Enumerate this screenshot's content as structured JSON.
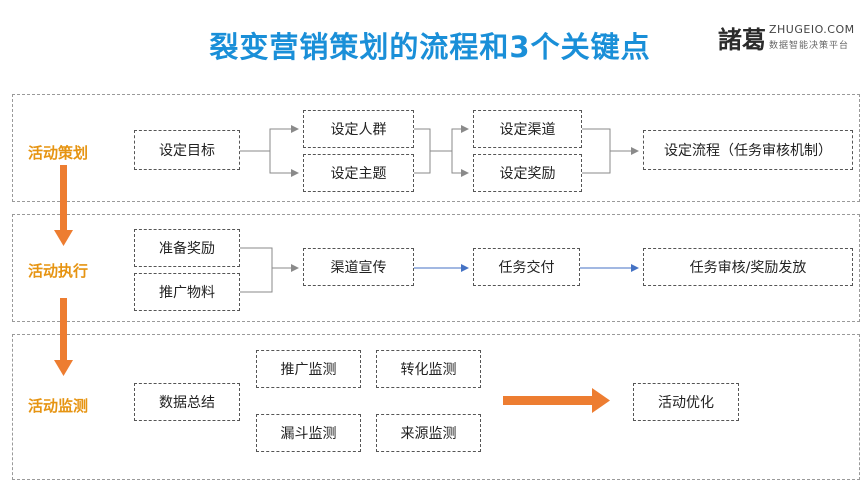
{
  "title": "裂变营销策划的流程和3个关键点",
  "logo": {
    "mark": "諸葛",
    "domain": "ZHUGEIO.COM",
    "tagline": "数据智能决策平台"
  },
  "colors": {
    "title": "#1a8fd8",
    "stage": "#e69412",
    "arrow_orange": "#ed7d31",
    "arrow_blue": "#4472c4",
    "connector": "#8a8a8a"
  },
  "stages": [
    {
      "label": "活动策划",
      "boxes": [
        "设定目标",
        "设定人群",
        "设定主题",
        "设定渠道",
        "设定奖励",
        "设定流程（任务审核机制）"
      ]
    },
    {
      "label": "活动执行",
      "boxes": [
        "准备奖励",
        "推广物料",
        "渠道宣传",
        "任务交付",
        "任务审核/奖励发放"
      ]
    },
    {
      "label": "活动监测",
      "boxes": [
        "数据总结",
        "推广监测",
        "转化监测",
        "漏斗监测",
        "来源监测",
        "活动优化"
      ]
    }
  ]
}
